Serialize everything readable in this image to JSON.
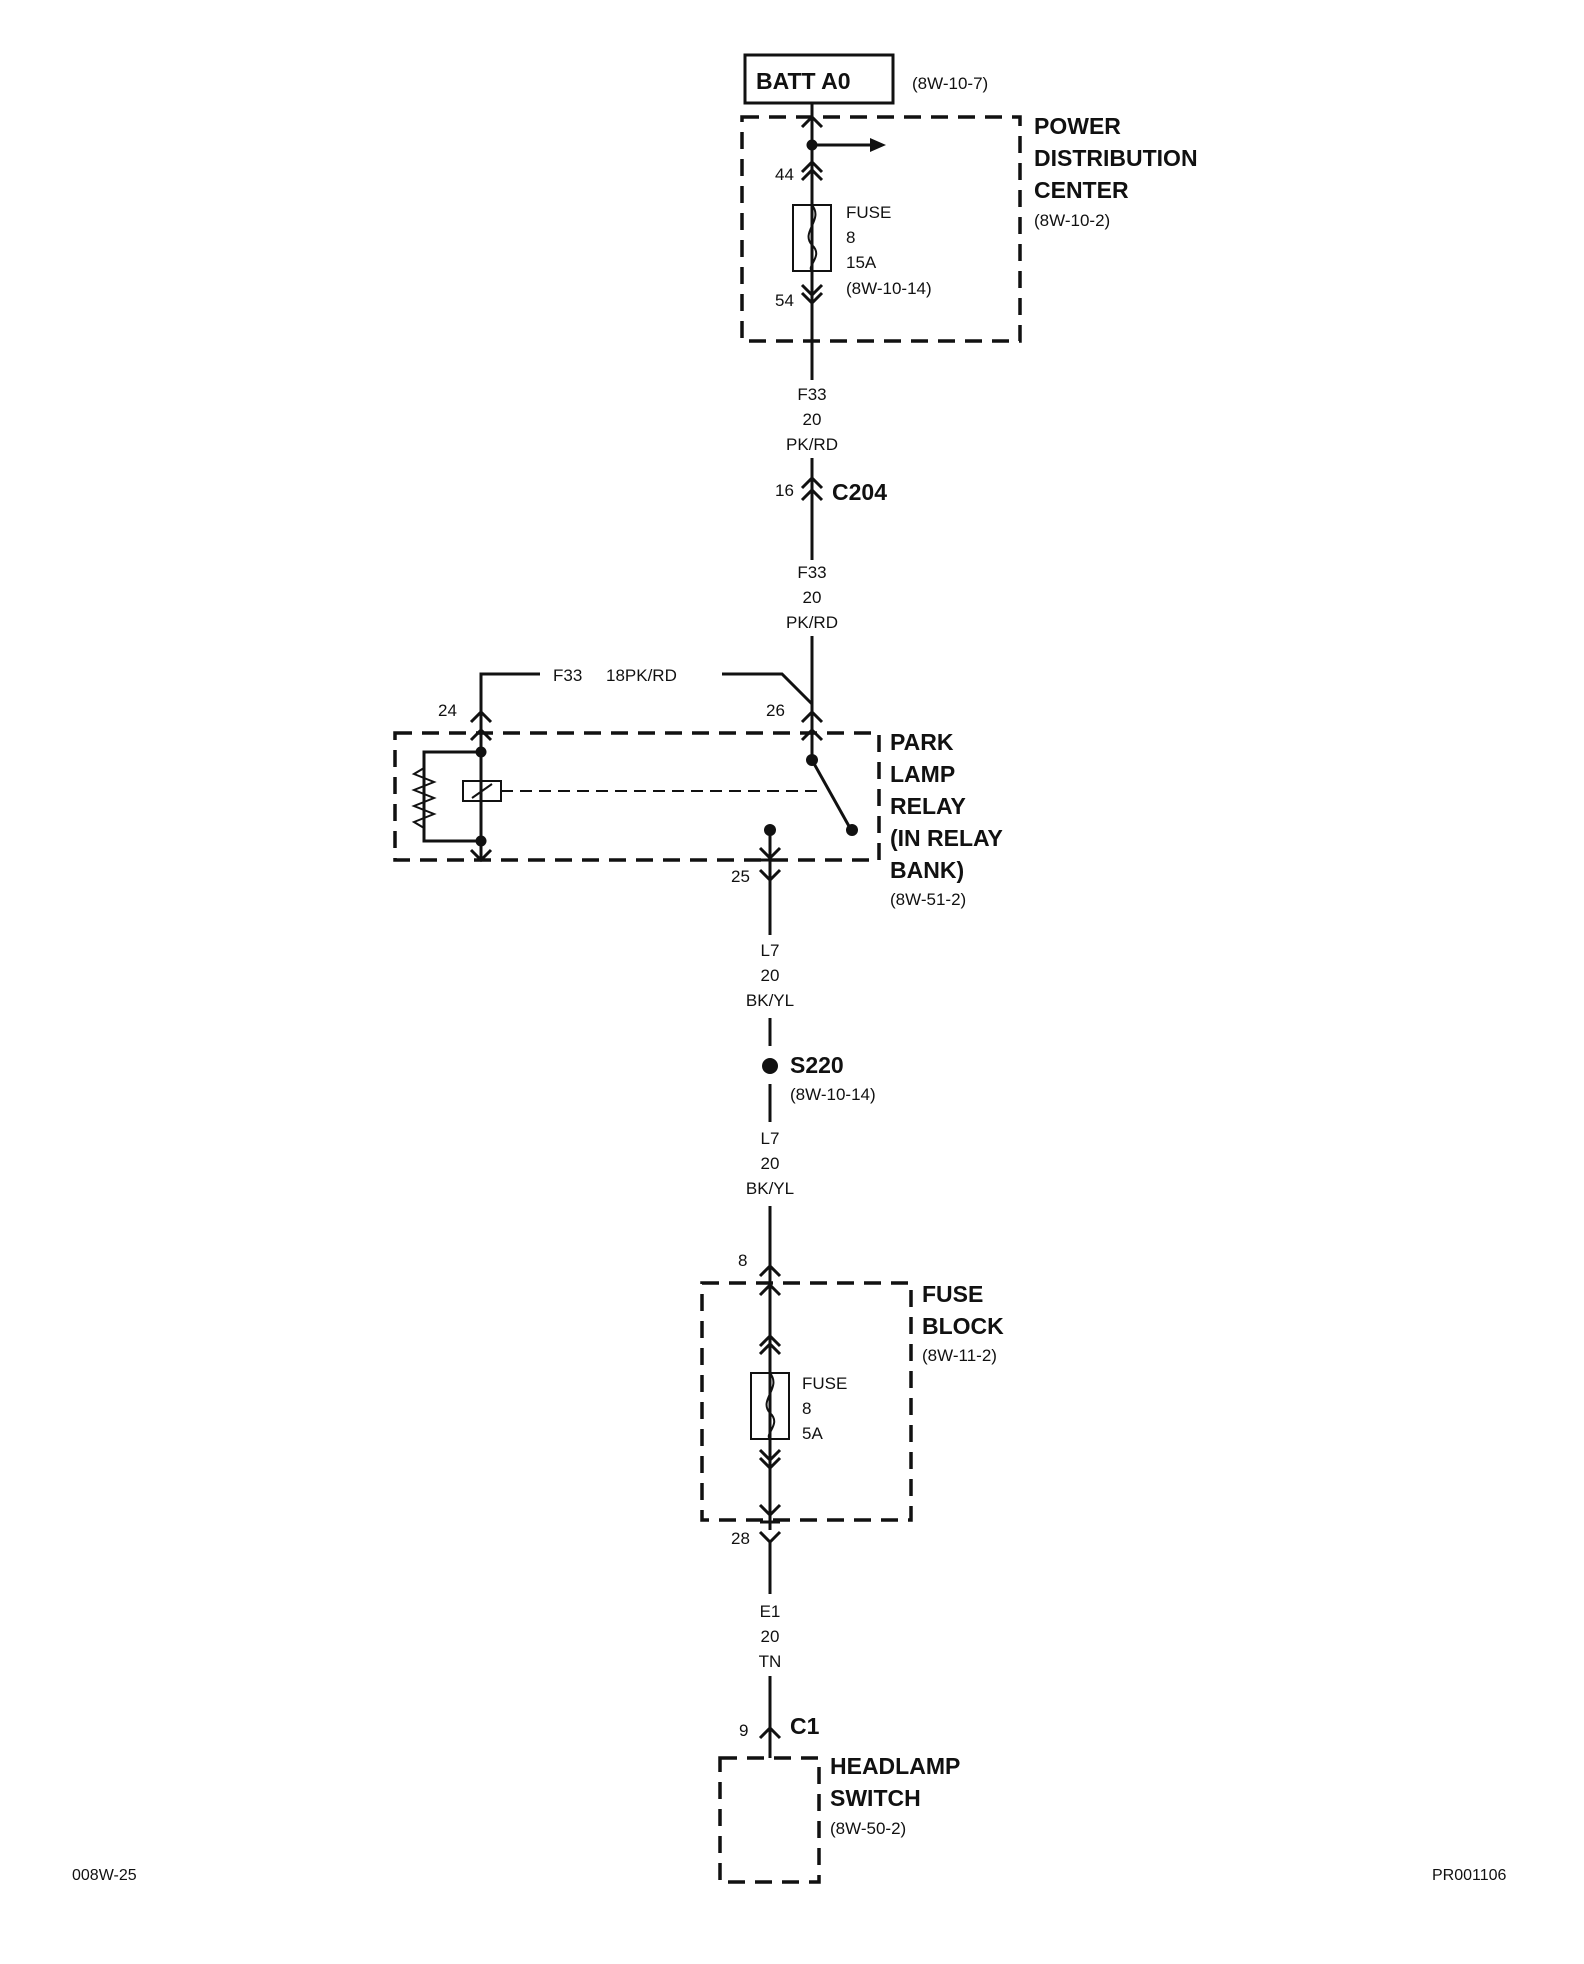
{
  "battery": {
    "label": "BATT A0",
    "ref": "(8W-10-7)"
  },
  "pdc": {
    "name_lines": [
      "POWER",
      "DISTRIBUTION",
      "CENTER"
    ],
    "ref": "(8W-10-2)",
    "pin_in": "44",
    "pin_out": "54",
    "fuse_lines": [
      "FUSE",
      "8",
      "15A",
      "(8W-10-14)"
    ]
  },
  "wire_f33_upper": [
    "F33",
    "20",
    "PK/RD"
  ],
  "connector_c204": {
    "name": "C204",
    "pin": "16"
  },
  "wire_f33_lower": [
    "F33",
    "20",
    "PK/RD"
  ],
  "jumper": {
    "code": "F33",
    "gauge_color": "18PK/RD"
  },
  "relay": {
    "name_lines": [
      "PARK",
      "LAMP",
      "RELAY",
      "(IN RELAY",
      "BANK)"
    ],
    "ref": "(8W-51-2)",
    "pin_coil": "24",
    "pin_com": "26",
    "pin_out": "25"
  },
  "wire_l7_upper": [
    "L7",
    "20",
    "BK/YL"
  ],
  "splice": {
    "name": "S220",
    "ref": "(8W-10-14)"
  },
  "wire_l7_lower": [
    "L7",
    "20",
    "BK/YL"
  ],
  "fuse_block": {
    "name_lines": [
      "FUSE",
      "BLOCK"
    ],
    "ref": "(8W-11-2)",
    "pin_in": "8",
    "pin_out": "28",
    "fuse_lines": [
      "FUSE",
      "8",
      "5A"
    ]
  },
  "wire_e1": [
    "E1",
    "20",
    "TN"
  ],
  "connector_c1": {
    "name": "C1",
    "pin": "9"
  },
  "headlamp_switch": {
    "name_lines": [
      "HEADLAMP",
      "SWITCH"
    ],
    "ref": "(8W-50-2)"
  },
  "footer": {
    "left": "008W-25",
    "right": "PR001106"
  }
}
